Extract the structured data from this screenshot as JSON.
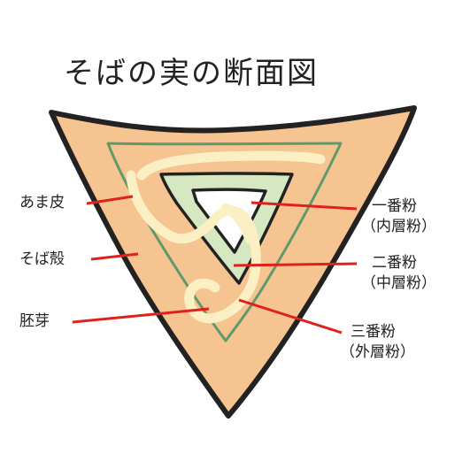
{
  "title": "そばの実の断面図",
  "colors": {
    "outline": "#222222",
    "outer_fill": "#f6c490",
    "green_line": "#5f9a6c",
    "mid_fill": "#d5e8c2",
    "inner_fill": "#ffffff",
    "embryo": "#fbf0c4",
    "pointer": "#e0201b"
  },
  "labels_left": [
    {
      "id": "amakawa",
      "text": "あま皮"
    },
    {
      "id": "sobagara",
      "text": "そば殻"
    },
    {
      "id": "haiga",
      "text": "胚芽"
    }
  ],
  "labels_right": [
    {
      "id": "ichiban",
      "line1": "一番粉",
      "line2": "（内層粉）"
    },
    {
      "id": "niban",
      "line1": "二番粉",
      "line2": "（中層粉）"
    },
    {
      "id": "sanban",
      "line1": "三番粉",
      "line2": "（外層粉）"
    }
  ]
}
